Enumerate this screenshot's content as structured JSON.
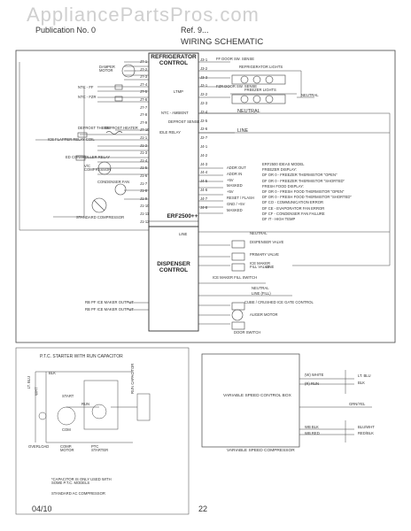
{
  "watermark": "AppliancePartsPros.com",
  "header": {
    "left": "Publication No. 0",
    "right": "Ref. 9...",
    "title": "WIRING SCHEMATIC"
  },
  "footer": {
    "date": "04/10",
    "page": "22"
  },
  "controls": {
    "refrigerator": "REFRIGERATOR\nCONTROL",
    "erf": "ERF2500++",
    "dispenser": "DISPENSER\nCONTROL",
    "compressor_box": "VARIABLE SPEED CONTROL BOX",
    "variable_compressor": "VARIABLE SPEED COMPRESSOR",
    "ptc_title": "P.T.C. STARTER WITH RUN CAPACITOR"
  },
  "labels": {
    "damper": "DAMPER\nMOTOR",
    "ntc_ff": "NTC - FF",
    "ntc_fzr": "NTC - FZR",
    "defrost_therm": "DEFROST THERM.",
    "defrost_heater": "DEFROST HEATER",
    "ice_flapper": "ICE FLAPPER RELAY COIL",
    "ed_cont": "ED CONTROLLER RELAY",
    "vc_comp": "V/C\nCOMPRESSOR",
    "cond_fan": "CONDENSER FAN",
    "std_comp": "STANDARD COMPRESSOR",
    "ff_door": "FF DOOR SW. SENSE",
    "ref_lights": "REFRIGERATOR LIGHTS",
    "fzr_door": "FZR DOOR SW. SENSE",
    "freezer_lights": "FREEZER LIGHTS",
    "neutral": "NEUTRAL",
    "line": "LINE",
    "ltmp": "LTMP",
    "ambient": "NTC - AMBIENT",
    "defrost_sense": "DEFROST SENSE",
    "idle_relay": "IDLE RELAY",
    "line2": "LINE",
    "neutral_disp": "NEUTRAL",
    "disp_valve": "DISPENSER VALVE",
    "primary_valve": "PRIMARY VALVE",
    "ice_maker_fill": "ICE MAKER\nFILL VALVE",
    "line_sw": "LINE",
    "ice_maker_fill_sw": "ICE MAKER FILL SWITCH",
    "ice_maker_output": "RB PF ICE MAKER OUTPUT",
    "ice_maker_output2": "RB PF ICE MAKER OUTPUT",
    "neutral3": "NEUTRAL",
    "line_fill": "LINE (FILL)",
    "cube_crushed": "CUBE / CRUSHED ICE GATE CONTROL",
    "auger_motor": "AUGER MOTOR",
    "door_switch": "DOOR SWITCH",
    "lt_blu": "LT. BLU",
    "blk": "BLK",
    "white": "(W) WHITE",
    "run": "(R) RUN",
    "grn_yel": "GRN/YEL",
    "blu_wht": "BLU/WHT",
    "red_blk": "RED/BLK",
    "overload": "OVERLOAD",
    "comp_motor": "COMP.\nMOTOR",
    "ptc_starter": "PTC\nSTARTER",
    "run_cap": "RUN CAPACITOR",
    "note": "*CAPACITOR IS ONLY USED WITH\nSOME P.T.C. MODELS",
    "std_ac": "STANDARD AC COMPRESSOR",
    "lt_blu_ptc": "LT. BLU",
    "wht_ptc": "WHT",
    "blk_ptc": "BLK",
    "run_ptc": "RUN",
    "start_ptc": "START",
    "com_ptc": "COM",
    "wb_blk": "WB BLK",
    "wb_red": "WB RED"
  },
  "pins_left": [
    "J7-1",
    "J7-2",
    "J7-3",
    "J7-4",
    "J7-5",
    "J7-6",
    "J7-7",
    "J7-8",
    "J7-9",
    "J7-10",
    "J1-1",
    "J1-2",
    "J1-3",
    "J1-4",
    "J1-5",
    "J1-6",
    "J1-7",
    "J1-8",
    "J1-9",
    "J1-10",
    "J1-11",
    "J1-12"
  ],
  "pins_right": [
    "J3-1",
    "J3-2",
    "J3-3",
    "J2-1",
    "J2-2",
    "J2-3",
    "J2-4",
    "J2-5",
    "J2-6",
    "J2-7",
    "J4-1",
    "J4-2",
    "J4-3",
    "J4-4",
    "J4-5",
    "J4-6",
    "J4-7",
    "J4-8"
  ],
  "errors": [
    "ERF2500 IDEAS MODEL",
    "FREEZER DISPLAY:",
    "DF OR 0 - FREEZER THERMISTOR \"OPEN\"",
    "DF OR 0 - FREEZER THERMISTOR \"SHORTED\"",
    "FRESH FOOD DISPLAY:",
    "DF OR 0 - FRESH FOOD THERMISTOR \"OPEN\"",
    "DF OR 0 - FRESH FOOD THERMISTOR \"SHORTED\"",
    "DF CO - COMMUNICATION ERROR",
    "DF CE - EVAPORATOR FAN ERROR",
    "DF CF - CONDENSER FAN FAILURE",
    "DF IT - HIGH TEMP"
  ],
  "sense_labels": [
    "ADDR OUT",
    "ADDR IN",
    "+5V",
    "MASKED",
    "+5V",
    "RESET / FLASH",
    "GND / +5V",
    "MASKED"
  ]
}
